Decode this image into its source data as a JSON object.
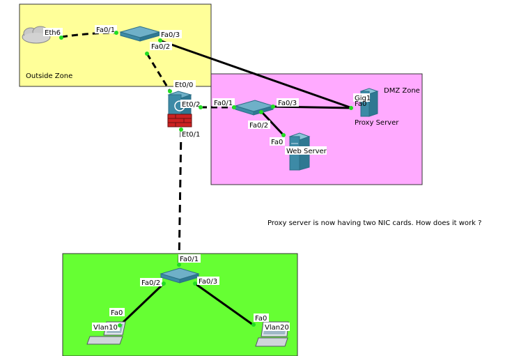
{
  "zones": {
    "outside": {
      "label": "Outside Zone",
      "color": "#ffff99"
    },
    "dmz": {
      "label": "DMZ Zone",
      "color": "#ffaaff"
    },
    "inside": {
      "label": "",
      "color": "#66ff33"
    }
  },
  "devices": {
    "cloud": {
      "icon": "cloud-icon"
    },
    "outside_switch": {
      "icon": "switch-icon"
    },
    "firewall": {
      "icon": "firewall-icon"
    },
    "dmz_switch": {
      "icon": "switch-icon"
    },
    "proxy_server": {
      "label": "Proxy Server",
      "icon": "server-icon"
    },
    "web_server": {
      "label": "Web Server",
      "icon": "server-icon"
    },
    "inside_switch": {
      "icon": "switch-icon"
    },
    "laptop_vlan10": {
      "label": "Vlan10",
      "icon": "laptop-icon"
    },
    "laptop_vlan20": {
      "label": "Vlan20",
      "icon": "laptop-icon"
    }
  },
  "ports": {
    "cloud_eth6": "Eth6",
    "osw_fa01": "Fa0/1",
    "osw_fa03": "Fa0/3",
    "osw_fa02": "Fa0/2",
    "fw_et00": "Et0/0",
    "fw_et02": "Et0/2",
    "fw_et01": "Et0/1",
    "dsw_fa01": "Fa0/1",
    "dsw_fa03": "Fa0/3",
    "dsw_fa02": "Fa0/2",
    "proxy_gig1": "Gig1",
    "proxy_fa0": "Fa0",
    "web_fa0": "Fa0",
    "isw_fa01": "Fa0/1",
    "isw_fa02": "Fa0/2",
    "isw_fa03": "Fa0/3",
    "l10_fa0": "Fa0",
    "l20_fa0": "Fa0"
  },
  "note": "Proxy server is now having two NIC cards. How does it work ?",
  "colors": {
    "link": "#000000",
    "port_dot": "#22dd22",
    "device": "#3d8aa6"
  }
}
